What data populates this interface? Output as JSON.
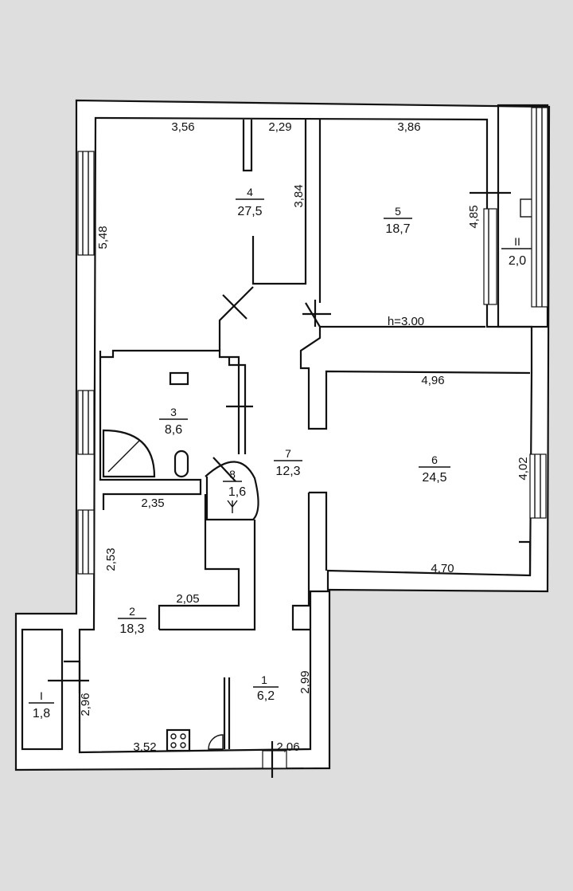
{
  "rooms": [
    {
      "num": "1",
      "area": "6,2"
    },
    {
      "num": "2",
      "area": "18,3"
    },
    {
      "num": "3",
      "area": "8,6"
    },
    {
      "num": "4",
      "area": "27,5"
    },
    {
      "num": "5",
      "area": "18,7"
    },
    {
      "num": "6",
      "area": "24,5"
    },
    {
      "num": "7",
      "area": "12,3"
    },
    {
      "num": "8",
      "area": "1,6"
    },
    {
      "num": "I",
      "area": "1,8"
    },
    {
      "num": "II",
      "area": "2,0"
    }
  ],
  "dimensions": [
    "3,56",
    "2,29",
    "3,86",
    "3,84",
    "4,85",
    "5,48",
    "4,96",
    "4,02",
    "4,70",
    "2,35",
    "2,53",
    "2,05",
    "2,99",
    "2,96",
    "3,52",
    "2,06"
  ],
  "ceiling_height": "h=3.00",
  "colors": {
    "background": "#dedede",
    "wall": "#ffffff",
    "ink": "#111111"
  }
}
